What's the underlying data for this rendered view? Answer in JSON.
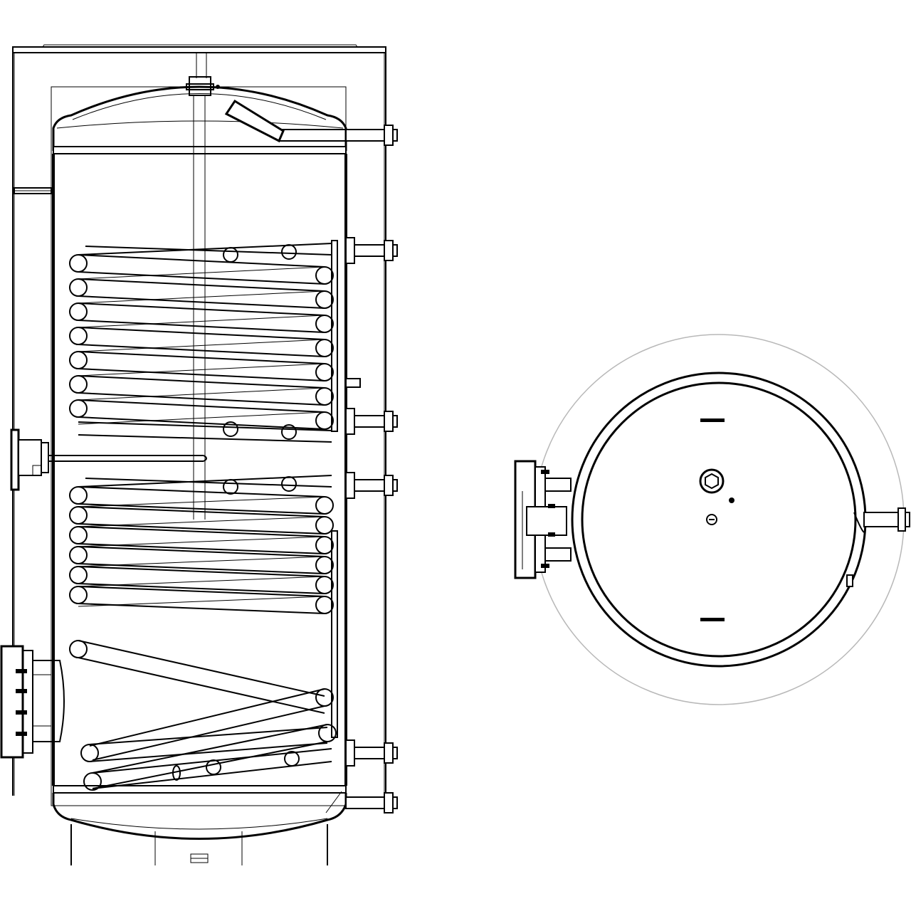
{
  "drawing": {
    "views": [
      "front-section",
      "top-view"
    ],
    "colors": {
      "line": "#000000",
      "background": "#ffffff",
      "insulation_outline": "#b8b8b8"
    },
    "upper_coil": {
      "turns": 7
    },
    "lower_coil": {
      "turns": 8,
      "loose_turns": 2
    }
  }
}
